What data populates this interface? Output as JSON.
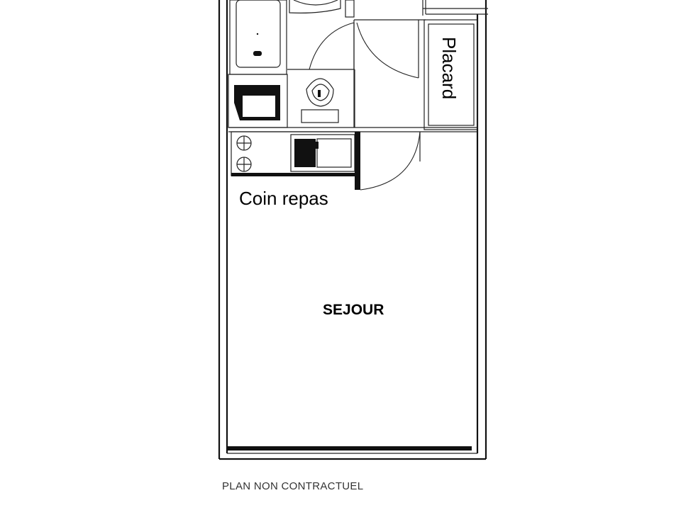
{
  "plan": {
    "rooms": {
      "closet": "Placard",
      "dining": "Coin repas",
      "living": "SEJOUR"
    },
    "fixtures": [
      "bathtub",
      "washbasin",
      "toilet",
      "hob",
      "kitchen-sink",
      "doors"
    ]
  },
  "footer": {
    "disclaimer": "PLAN NON CONTRACTUEL"
  }
}
